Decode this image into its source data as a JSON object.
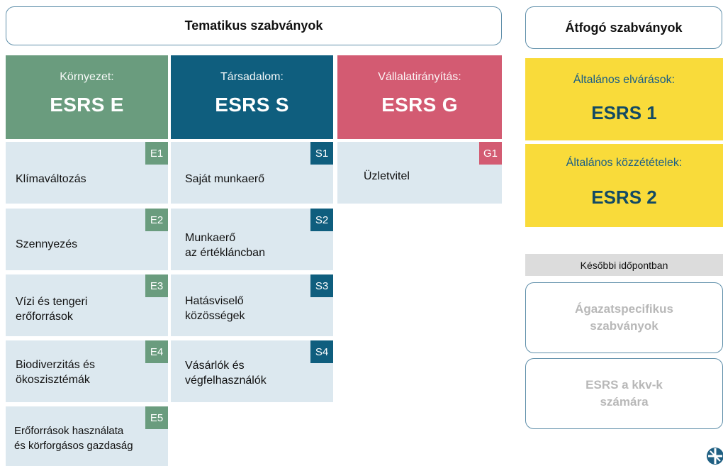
{
  "colors": {
    "environment": "#6a9c7e",
    "social": "#0f5e7e",
    "governance": "#d35b72",
    "card_bg": "#dce8ef",
    "cross_cutting": "#f9db3a",
    "frame": "#5f8faa"
  },
  "thematic": {
    "header": "Tematikus szabványok",
    "pillars": [
      {
        "sub": "Környezet:",
        "code": "ESRS E"
      },
      {
        "sub": "Társadalom:",
        "code": "ESRS S"
      },
      {
        "sub": "Vállalatirányítás:",
        "code": "ESRS G"
      }
    ],
    "environment": [
      {
        "badge": "E1",
        "label": "Klímaváltozás"
      },
      {
        "badge": "E2",
        "label": "Szennyezés"
      },
      {
        "badge": "E3",
        "label_1": "Vízi és tengeri",
        "label_2": "erőforrások"
      },
      {
        "badge": "E4",
        "label_1": "Biodiverzitás és",
        "label_2": "ökoszisztémák"
      },
      {
        "badge": "E5",
        "label_1": "Erőforrások használata",
        "label_2": "és körforgásos gazdaság"
      }
    ],
    "social": [
      {
        "badge": "S1",
        "label": "Saját munkaerő"
      },
      {
        "badge": "S2",
        "label_1": "Munkaerő",
        "label_2": "az értékláncban"
      },
      {
        "badge": "S3",
        "label_1": "Hatásviselő",
        "label_2": "közösségek"
      },
      {
        "badge": "S4",
        "label_1": "Vásárlók és",
        "label_2": "végfelhasználók"
      }
    ],
    "governance": [
      {
        "badge": "G1",
        "label": "Üzletvitel"
      }
    ]
  },
  "cross_cutting": {
    "header": "Átfogó szabványok",
    "items": [
      {
        "sub": "Általános elvárások:",
        "code": "ESRS 1"
      },
      {
        "sub": "Általános közzétételek:",
        "code": "ESRS 2"
      }
    ]
  },
  "later": {
    "label": "Későbbi időpontban",
    "items": [
      {
        "line_1": "Ágazatspecifikus",
        "line_2": "szabványok"
      },
      {
        "line_1": "ESRS a kkv-k",
        "line_2": "számára"
      }
    ]
  },
  "logo_icon": "circle-logo-icon"
}
